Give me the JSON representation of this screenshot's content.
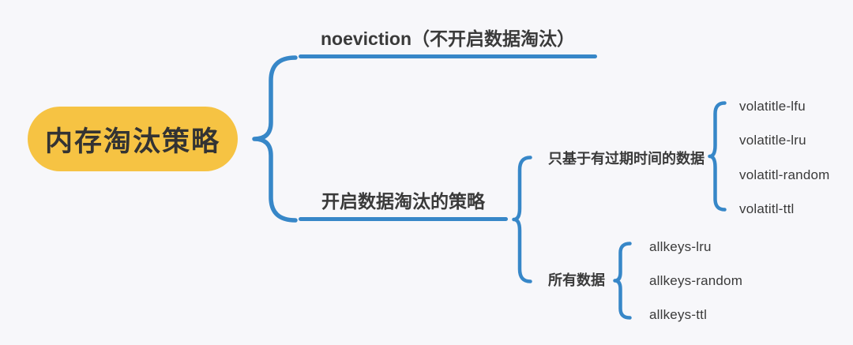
{
  "colors": {
    "accent_blue": "#3787C8",
    "node_yellow": "#F6C343",
    "text_dark": "#3A3A3A",
    "background": "#F7F7FA"
  },
  "mindmap": {
    "root": {
      "label": "内存淘汰策略"
    },
    "branches": [
      {
        "label": "noeviction（不开启数据淘汰）",
        "children": []
      },
      {
        "label": "开启数据淘汰的策略",
        "children": [
          {
            "label": "只基于有过期时间的数据",
            "children": [
              {
                "label": "volatitle-lfu"
              },
              {
                "label": "volatitle-lru"
              },
              {
                "label": "volatitl-random"
              },
              {
                "label": "volatitl-ttl"
              }
            ]
          },
          {
            "label": "所有数据",
            "children": [
              {
                "label": "allkeys-lru"
              },
              {
                "label": "allkeys-random"
              },
              {
                "label": "allkeys-ttl"
              }
            ]
          }
        ]
      }
    ]
  }
}
